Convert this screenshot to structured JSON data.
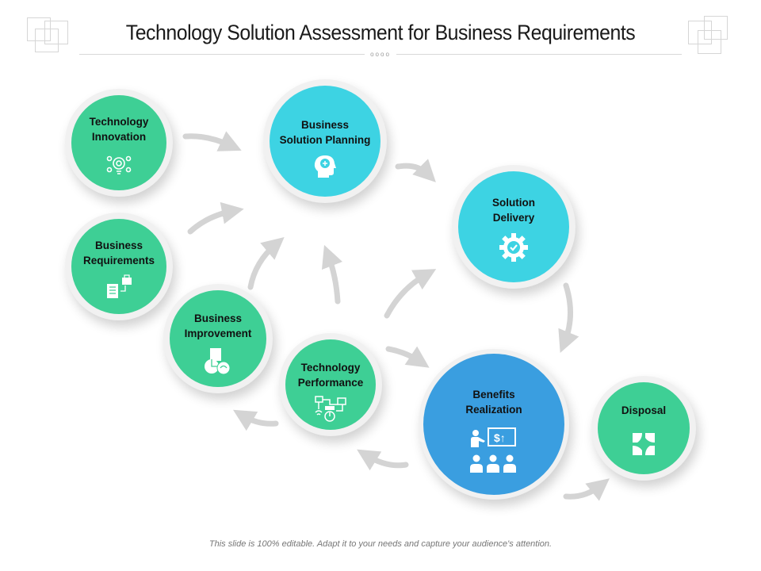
{
  "title": "Technology Solution Assessment for Business Requirements",
  "title_divider": "oooo",
  "nodes": {
    "technology_innovation": {
      "line1": "Technology",
      "line2": "Innovation",
      "icon": "gear-bulb-icon"
    },
    "business_solution_planning": {
      "line1": "Business",
      "line2": "Solution Planning",
      "icon": "head-brain-icon"
    },
    "solution_delivery": {
      "line1": "Solution",
      "line2": "Delivery",
      "icon": "gear-check-icon"
    },
    "business_requirements": {
      "line1": "Business",
      "line2": "Requirements",
      "icon": "document-briefcase-icon"
    },
    "business_improvement": {
      "line1": "Business",
      "line2": "Improvement",
      "icon": "chart-gauge-icon"
    },
    "technology_performance": {
      "line1": "Technology",
      "line2": "Performance",
      "icon": "network-devices-icon"
    },
    "benefits_realization": {
      "line1": "Benefits",
      "line2": "Realization",
      "icon": "presentation-audience-icon"
    },
    "disposal": {
      "line1": "Disposal",
      "line2": "",
      "icon": "disposal-shape-icon"
    }
  },
  "colors": {
    "green": "#3ecf95",
    "cyan": "#3dd3e3",
    "blue": "#3a9ee0",
    "arrow": "#d4d4d4"
  },
  "footer": "This slide is 100% editable. Adapt it to your needs and capture your audience's attention."
}
